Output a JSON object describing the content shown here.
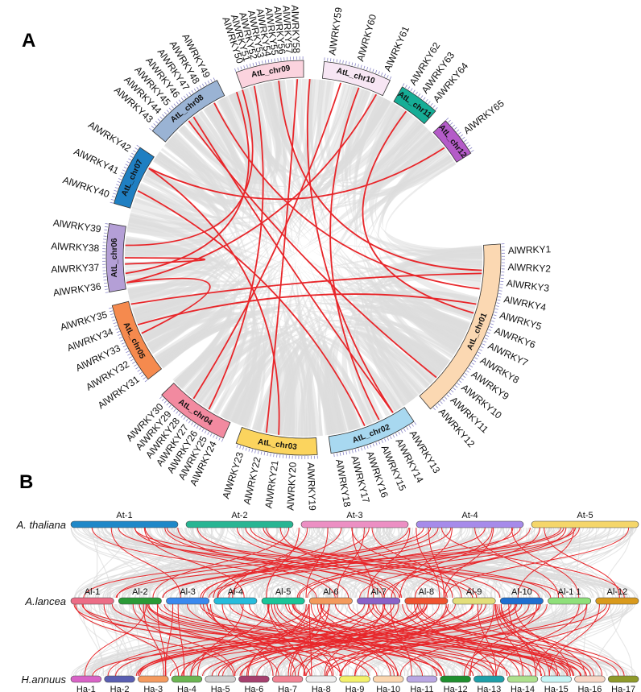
{
  "panels": {
    "a": "A",
    "b": "B"
  },
  "circos": {
    "chromosomes": [
      {
        "name": "AtL_chr01",
        "color": "#fbd8b2",
        "genes": [
          "AlWRKY1",
          "AlWRKY2",
          "AlWRKY3",
          "AlWRKY4",
          "AlWRKY5",
          "AlWRKY6",
          "AlWRKY7",
          "AlWRKY8",
          "AlWRKY9",
          "AlWRKY10",
          "AlWRKY11",
          "AlWRKY12"
        ]
      },
      {
        "name": "AtL_chr02",
        "color": "#a8d8f0",
        "genes": [
          "AlWRKY13",
          "AlWRKY14",
          "AlWRKY15",
          "AlWRKY16",
          "AlWRKY17",
          "AlWRKY18"
        ]
      },
      {
        "name": "AtL_chr03",
        "color": "#fbd45e",
        "genes": [
          "AlWRKY19",
          "AlWRKY20",
          "AlWRKY21",
          "AlWRKY22",
          "AlWRKY23"
        ]
      },
      {
        "name": "AtL_chr04",
        "color": "#f28aa0",
        "genes": [
          "AlWRKY24",
          "AlWRKY25",
          "AlWRKY26",
          "AlWRKY27",
          "AlWRKY28",
          "AlWRKY29",
          "AlWRKY30"
        ]
      },
      {
        "name": "AtL_chr05",
        "color": "#f58a4e",
        "genes": [
          "AlWRKY31",
          "AlWRKY32",
          "AlWRKY33",
          "AlWRKY34",
          "AlWRKY35"
        ]
      },
      {
        "name": "AtL_chr06",
        "color": "#b49fd6",
        "genes": [
          "AlWRKY36",
          "AlWRKY37",
          "AlWRKY38",
          "AlWRKY39"
        ]
      },
      {
        "name": "AtL_chr07",
        "color": "#1f7fc2",
        "genes": [
          "AlWRKY40",
          "AlWRKY41",
          "AlWRKY42"
        ]
      },
      {
        "name": "AtL_chr08",
        "color": "#9ab3d4",
        "genes": [
          "AlWRKY43",
          "AlWRKY44",
          "AlWRKY45",
          "AlWRKY46",
          "AlWRKY47",
          "AlWRKY48",
          "AlWRKY49"
        ]
      },
      {
        "name": "AtL_chr09",
        "color": "#fbd3de",
        "genes": [
          "AlWRKY50",
          "AlWRKY51",
          "AlWRKY52",
          "AlWRKY53",
          "AlWRKY54",
          "AlWRKY55",
          "AlWRKY56",
          "AlWRKY57",
          "AlWRKY58"
        ]
      },
      {
        "name": "AtL_chr10",
        "color": "#f7e6f4",
        "genes": [
          "AlWRKY59",
          "AlWRKY60",
          "AlWRKY61"
        ]
      },
      {
        "name": "AtL_chr11",
        "color": "#16ad96",
        "genes": [
          "AlWRKY62",
          "AlWRKY63",
          "AlWRKY64"
        ]
      },
      {
        "name": "AtL_chr12",
        "color": "#b45bc8",
        "genes": [
          "AlWRKY65"
        ]
      }
    ]
  },
  "synteny": {
    "species": [
      {
        "label": "A. thaliana",
        "chromosomes": [
          {
            "name": "At-1",
            "color": "#1f88c8"
          },
          {
            "name": "At-2",
            "color": "#28b593"
          },
          {
            "name": "At-3",
            "color": "#ec8fc3"
          },
          {
            "name": "At-4",
            "color": "#a68bea"
          },
          {
            "name": "At-5",
            "color": "#f5d66a"
          }
        ]
      },
      {
        "label": "A.lancea",
        "chromosomes": [
          {
            "name": "Al-1",
            "color": "#ec6d86"
          },
          {
            "name": "Al-2",
            "color": "#2a9a37"
          },
          {
            "name": "Al-3",
            "color": "#3a89ee"
          },
          {
            "name": "Al-4",
            "color": "#26bcdc"
          },
          {
            "name": "Al-5",
            "color": "#1bc598"
          },
          {
            "name": "Al-6",
            "color": "#f39a5c"
          },
          {
            "name": "Al-7",
            "color": "#8a62c8"
          },
          {
            "name": "Al-8",
            "color": "#f0542f"
          },
          {
            "name": "Al-9",
            "color": "#e3de7a"
          },
          {
            "name": "Al-10",
            "color": "#1f6fd0"
          },
          {
            "name": "Al-1 1",
            "color": "#8fe07a"
          },
          {
            "name": "Al-12",
            "color": "#d99a1c"
          }
        ]
      },
      {
        "label": "H.annuus",
        "chromosomes": [
          {
            "name": "Ha-1",
            "color": "#d863c6"
          },
          {
            "name": "Ha-2",
            "color": "#5a5fb2"
          },
          {
            "name": "Ha-3",
            "color": "#f49a5e"
          },
          {
            "name": "Ha-4",
            "color": "#6bb552"
          },
          {
            "name": "Ha-5",
            "color": "#d0d0d0"
          },
          {
            "name": "Ha-6",
            "color": "#a6406e"
          },
          {
            "name": "Ha-7",
            "color": "#f28494"
          },
          {
            "name": "Ha-8",
            "color": "#eeeeee"
          },
          {
            "name": "Ha-9",
            "color": "#f3f06a"
          },
          {
            "name": "Ha-10",
            "color": "#fbd7b0"
          },
          {
            "name": "Ha-11",
            "color": "#b9a7e2"
          },
          {
            "name": "Ha-12",
            "color": "#1f8f2e"
          },
          {
            "name": "Ha-13",
            "color": "#1e9fa8"
          },
          {
            "name": "Ha-14",
            "color": "#aee08e"
          },
          {
            "name": "Ha-15",
            "color": "#c7f4f4"
          },
          {
            "name": "Ha-16",
            "color": "#f7d7c6"
          },
          {
            "name": "Ha-17",
            "color": "#8f9a2a"
          }
        ]
      }
    ],
    "link_color_highlight": "#e8262a",
    "link_color_background": "#dcdcdc"
  }
}
